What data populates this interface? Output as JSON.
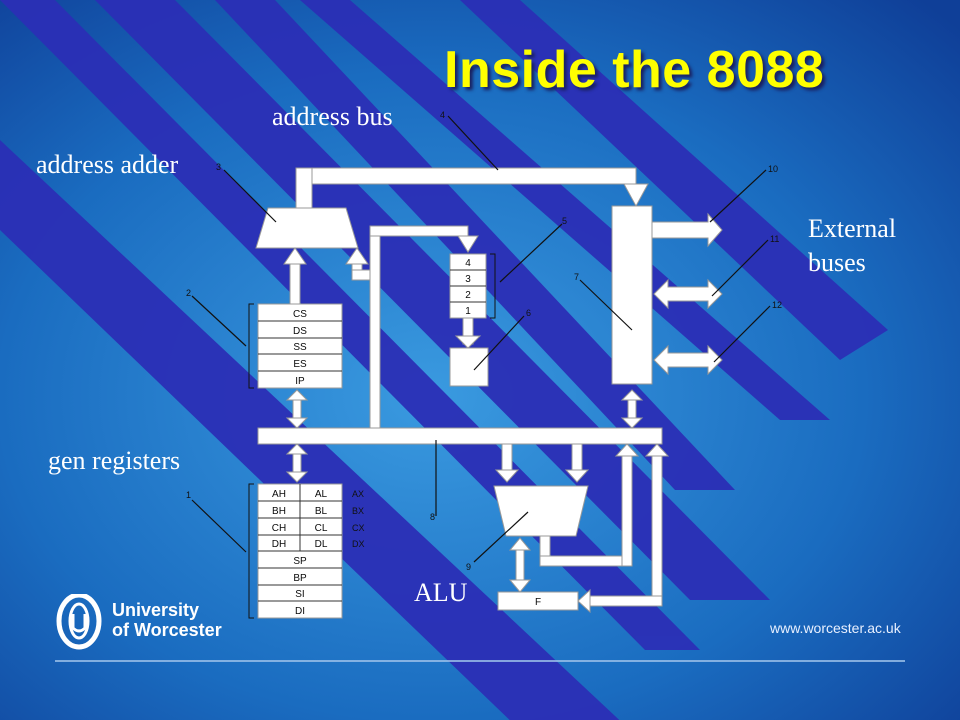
{
  "slide": {
    "title": "Inside the 8088",
    "labels": {
      "address_bus": "address bus",
      "address_adder": "address adder",
      "external_buses": "External buses",
      "gen_registers": "gen registers",
      "alu": "ALU"
    }
  },
  "diagram": {
    "segment_registers": [
      "CS",
      "DS",
      "SS",
      "ES",
      "IP"
    ],
    "general_registers": [
      [
        "AH",
        "AL"
      ],
      [
        "BH",
        "BL"
      ],
      [
        "CH",
        "CL"
      ],
      [
        "DH",
        "DL"
      ]
    ],
    "register_pairs": [
      "AX",
      "BX",
      "CX",
      "DX"
    ],
    "pointer_registers": [
      "SP",
      "BP",
      "SI",
      "DI"
    ],
    "queue_slots": [
      "4",
      "3",
      "2",
      "1"
    ],
    "flags_label": "F",
    "callouts": [
      "1",
      "2",
      "3",
      "4",
      "5",
      "6",
      "7",
      "8",
      "9",
      "10",
      "11",
      "12"
    ]
  },
  "footer": {
    "university_line1": "University",
    "university_line2": "of Worcester",
    "url": "www.worcester.ac.uk"
  },
  "colors": {
    "background": "#1a6fc0",
    "stripe": "#2a2fb8",
    "title": "#ffff00",
    "diagram_fill": "#ffffff"
  }
}
